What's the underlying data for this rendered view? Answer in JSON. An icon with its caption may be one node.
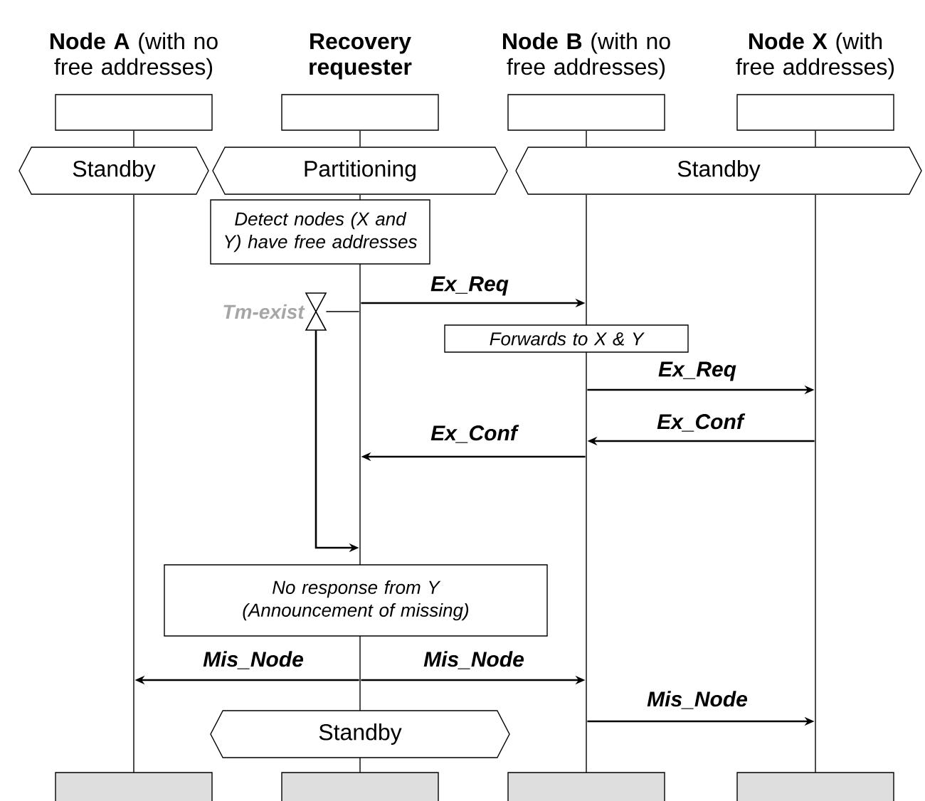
{
  "diagram": {
    "nodes": [
      {
        "text": [
          "**Node A** (with no free addresses)"
        ]
      },
      {
        "text": [
          "Recovery requester"
        ]
      },
      {
        "text": [
          "**Node B** (with no free addresses)"
        ]
      },
      {
        "text": [
          "**Node X** (with free addresses)"
        ]
      },
      {
        "text": [
          "Standby"
        ]
      },
      {
        "text": [
          "Partitioning"
        ]
      },
      {
        "text": [
          "Standby"
        ]
      },
      {
        "text": [
          "Detect nodes (X and Y) have free addresses"
        ]
      },
      {
        "text": [],
        "shape": "hourglass",
        "beside": [
          "Tm-exist"
        ]
      },
      {
        "text": [
          "Forwards to X & Y"
        ]
      },
      {
        "text": [
          "No response from Y (Announcement  of missing)"
        ]
      },
      {
        "text": [
          "Standby"
        ]
      },
      {
        "text": [],
        "shape": "box"
      },
      {
        "text": [],
        "shape": "box"
      },
      {
        "text": [],
        "shape": "box"
      },
      {
        "text": [],
        "shape": "box"
      },
      {
        "text": [],
        "shape": "line"
      },
      {
        "text": [],
        "shape": "line"
      },
      {
        "text": [],
        "shape": "line"
      },
      {
        "text": [],
        "shape": "line"
      }
    ],
    "edges": [
      {
        "from": 17,
        "to": 8,
        "arrow": "none"
      },
      {
        "from": 17,
        "to": 18,
        "arrow": "to",
        "label": "Ex_Req"
      },
      {
        "from": 8,
        "to": 17,
        "arrow": "to"
      },
      {
        "from": 18,
        "to": 19,
        "arrow": "to",
        "label": "Ex_Req"
      },
      {
        "from": 19,
        "to": 18,
        "arrow": "to",
        "label": "Ex_Conf"
      },
      {
        "from": 18,
        "to": 17,
        "arrow": "to",
        "label": "Ex_Conf"
      },
      {
        "from": 17,
        "to": 16,
        "arrow": "to",
        "label": "Mis_Node"
      },
      {
        "from": 17,
        "to": 18,
        "arrow": "to",
        "label": "Mis_Node"
      },
      {
        "from": 18,
        "to": 19,
        "arrow": "to",
        "label": "Mis_Node"
      },
      {
        "from": 0,
        "to": 4,
        "arrow": "none"
      },
      {
        "from": 1,
        "to": 5,
        "arrow": "none"
      },
      {
        "from": 2,
        "to": 6,
        "arrow": "none"
      },
      {
        "from": 3,
        "to": 6,
        "arrow": "none"
      }
    ]
  }
}
